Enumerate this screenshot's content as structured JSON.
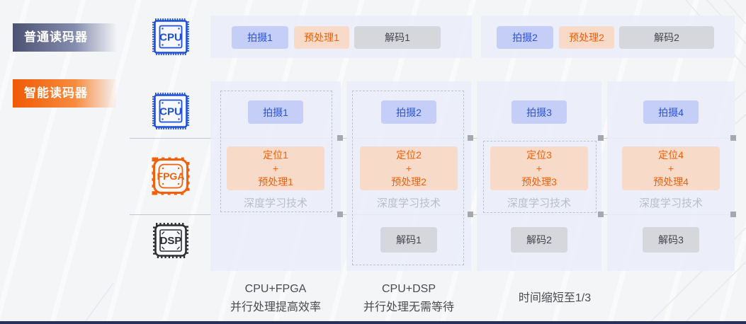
{
  "badges": {
    "normal": "普通读码器",
    "smart": "智能读码器"
  },
  "chips": {
    "cpu": "CPU",
    "fpga": "FPGA",
    "dsp": "DSP"
  },
  "normal_flow": {
    "group1": {
      "capture": "拍摄1",
      "preprocess": "预处理1",
      "decode": "解码1"
    },
    "group2": {
      "capture": "拍摄2",
      "preprocess": "预处理2",
      "decode": "解码2"
    }
  },
  "smart_flow": {
    "columns": [
      {
        "capture": "拍摄1",
        "locate": "定位1",
        "plus": "+",
        "preprocess": "预处理1",
        "dl": "深度学习技术"
      },
      {
        "capture": "拍摄2",
        "locate": "定位2",
        "plus": "+",
        "preprocess": "预处理2",
        "dl": "深度学习技术",
        "decode": "解码1"
      },
      {
        "capture": "拍摄3",
        "locate": "定位3",
        "plus": "+",
        "preprocess": "预处理3",
        "dl": "深度学习技术",
        "decode": "解码2"
      },
      {
        "capture": "拍摄4",
        "locate": "定位4",
        "plus": "+",
        "preprocess": "预处理4",
        "dl": "深度学习技术",
        "decode": "解码3"
      }
    ]
  },
  "captions": [
    {
      "line1": "CPU+FPGA",
      "line2": "并行处理提高效率"
    },
    {
      "line1": "CPU+DSP",
      "line2": "并行处理无需等待"
    },
    {
      "line1": "时间缩短至1/3"
    }
  ],
  "colors": {
    "capture_bg": "#c4cef6",
    "capture_text": "#2a52d9",
    "preprocess_bg": "#f8dac8",
    "preprocess_text": "#f2600a",
    "decode_bg": "#d5d7dd",
    "decode_text": "#45464c",
    "panel_bg": "#eaeef9",
    "cpu_chip": "#1d4fd7",
    "fpga_chip": "#f2600a",
    "dsp_chip": "#2f2f33",
    "badge_normal": "#4c5272",
    "badge_smart": "#f05a05"
  }
}
